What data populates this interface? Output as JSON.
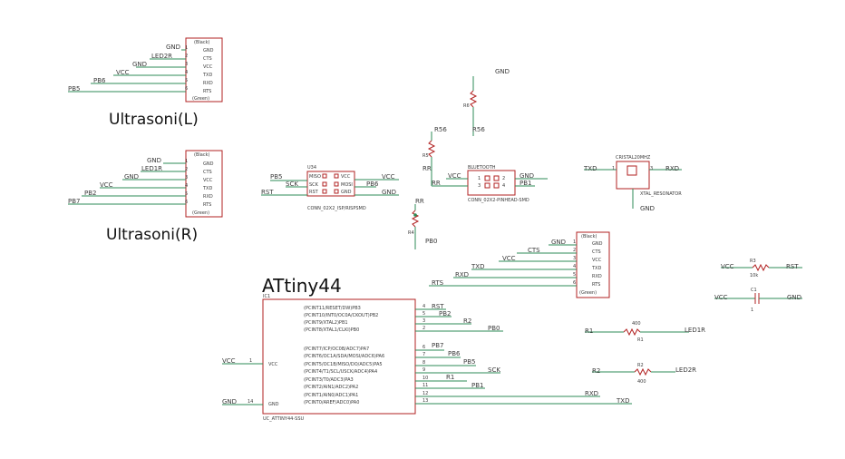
{
  "titles": {
    "ultrasonic_left": "Ultrasoni(L)",
    "ultrasonic_right": "Ultrasoni(R)",
    "mcu": "ATtiny44"
  },
  "header_left": {
    "top": "(Black)",
    "bottom": "(Green)",
    "pins": [
      "GND",
      "CTS",
      "VCC",
      "TXD",
      "RXD",
      "RTS"
    ],
    "nums": [
      "1",
      "2",
      "3",
      "4",
      "5",
      "6"
    ],
    "nets": [
      "GND",
      "LED2R",
      "GND",
      "VCC",
      "PB6",
      "PB5"
    ]
  },
  "header_right": {
    "top": "(Black)",
    "bottom": "(Green)",
    "pins": [
      "GND",
      "CTS",
      "VCC",
      "TXD",
      "RXD",
      "RTS"
    ],
    "nums": [
      "1",
      "2",
      "3",
      "4",
      "5",
      "6"
    ],
    "nets": [
      "GND",
      "LED1R",
      "GND",
      "VCC",
      "PB2",
      "PB7"
    ]
  },
  "isp": {
    "ref": "U34",
    "pins": [
      "MISO",
      "SCK",
      "RST",
      "VCC",
      "MOSI",
      "GND"
    ],
    "nets": [
      "PB5",
      "SCK",
      "RST",
      "VCC",
      "PB6",
      "GND"
    ],
    "part": "CONN_02X2_ISP/RISPSMD"
  },
  "r6": {
    "ref": "R6",
    "top_net": "GND",
    "bottom_net": "R56"
  },
  "r5": {
    "ref": "R5",
    "top_net": "R56",
    "bottom_net": "RR"
  },
  "r4": {
    "ref": "R4",
    "top_net": "RR",
    "bottom_net": "PB0"
  },
  "bluetooth": {
    "ref": "BLUETOOTH",
    "nums": [
      "1",
      "3",
      "2",
      "4"
    ],
    "nets": [
      "VCC",
      "RR",
      "GND",
      "PB1"
    ],
    "part": "CONN_02X2-PINHEAD-SMD"
  },
  "crystal": {
    "name": "CRISTAL20MHZ",
    "nets": [
      "TXD",
      "RXD"
    ],
    "nums": [
      "1",
      "3"
    ],
    "part": "XTAL_RESONATOR",
    "gnd": "GND"
  },
  "header_main": {
    "top": "(Black)",
    "bottom": "(Green)",
    "pins": [
      "GND",
      "CTS",
      "VCC",
      "TXD",
      "RXD",
      "RTS"
    ],
    "nums": [
      "1",
      "2",
      "3",
      "4",
      "5",
      "6"
    ],
    "nets": [
      "GND",
      "CTS",
      "VCC",
      "TXD",
      "RXD",
      "RTS"
    ]
  },
  "r3": {
    "ref": "R3",
    "value": "10k",
    "nets": [
      "VCC",
      "RST"
    ]
  },
  "c1": {
    "ref": "C1",
    "value": "1",
    "nets": [
      "VCC",
      "GND"
    ]
  },
  "mcu": {
    "ref": "IC1",
    "part": "UC_ATTINY44-SSU",
    "left_pins": [
      "VCC",
      "GND"
    ],
    "left_nums": [
      "1",
      "14"
    ],
    "left_nets": [
      "VCC",
      "GND"
    ],
    "right_pins": [
      "(PCINT11/RESET/DW)PB3",
      "(PCINT10/INT0/OC0A/CKOUT)PB2",
      "(PCINT9/XTAL2)PB1",
      "(PCINT8/XTAL1/CLKI)PB0",
      "(PCINT7/ICP/OC0B/ADC7)PA7",
      "(PCINT6/OC1A/SDA/MOSI/ADC6)PA6",
      "(PCINT5/OC1B/MISO/DO/ADC5)PA5",
      "(PCINT4/T1/SCL/USCK/ADC4)PA4",
      "(PCINT3/T0/ADC3)PA3",
      "(PCINT2/AIN1/ADC2)PA2",
      "(PCINT1/AIN0/ADC1)PA1",
      "(PCINT0/AREF/ADC0)PA0"
    ],
    "right_nums": [
      "4",
      "5",
      "3",
      "2",
      "6",
      "7",
      "8",
      "9",
      "10",
      "11",
      "12",
      "13"
    ],
    "right_nets": [
      "RST",
      "PB2",
      "R2",
      "PB0",
      "PB7",
      "PB6",
      "PB5",
      "SCK",
      "R1",
      "PB1",
      "RXD",
      "TXD"
    ]
  },
  "r1": {
    "ref": "R1",
    "value": "400",
    "nets": [
      "R1",
      "LED1R"
    ]
  },
  "r2": {
    "ref": "R2",
    "value": "400",
    "nets": [
      "R2",
      "LED2R"
    ]
  }
}
